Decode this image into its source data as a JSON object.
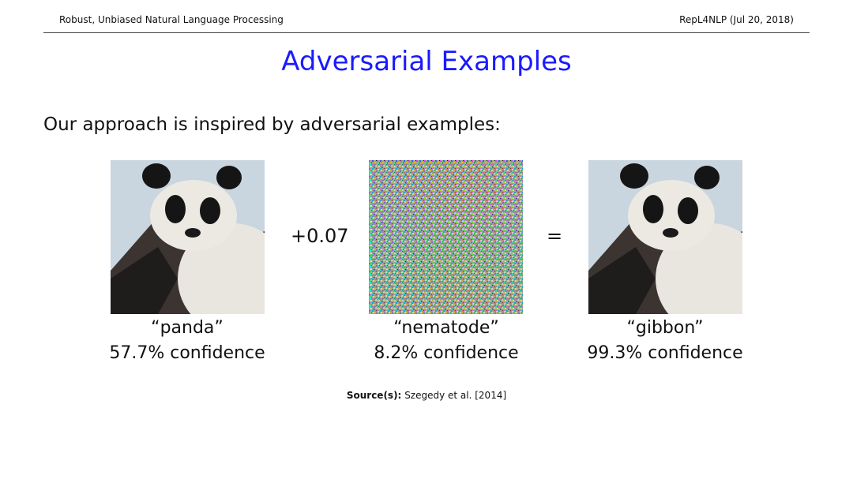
{
  "header": {
    "left": "Robust, Unbiased Natural Language Processing",
    "right": "RepL4NLP (Jul 20, 2018)"
  },
  "slide": {
    "title": "Adversarial Examples",
    "lead": "Our approach is inspired by adversarial examples:",
    "plus_operator": "+0.07",
    "equals_operator": "=",
    "panels": [
      {
        "label": "“panda”",
        "confidence": "57.7% confidence"
      },
      {
        "label": "“nematode”",
        "confidence": "8.2% confidence"
      },
      {
        "label": "“gibbon”",
        "confidence": "99.3% confidence"
      }
    ],
    "source_label": "Source(s):",
    "source_text": "Szegedy et al. [2014]"
  }
}
